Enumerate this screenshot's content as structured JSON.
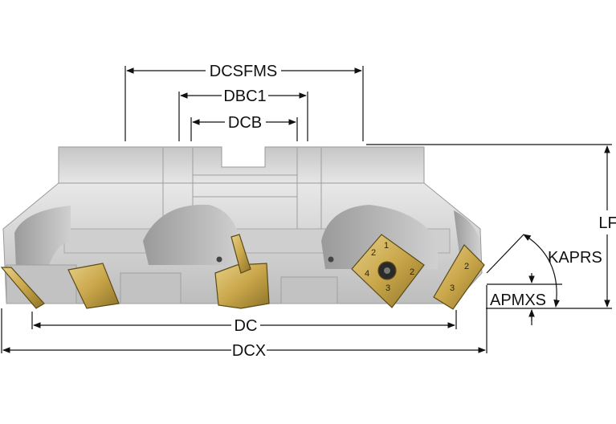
{
  "labels": {
    "dcsfms": "DCSFMS",
    "dbc1": "DBC1",
    "dcb": "DCB",
    "lf": "LF",
    "kaprs": "KAPRS",
    "apmxs": "APMXS",
    "dc": "DC",
    "dcx": "DCX"
  },
  "insert_marks": {
    "center_code": "1",
    "edge_a": "2",
    "edge_b": "3",
    "edge_c": "4",
    "edge_d": "2",
    "right_a": "2",
    "right_b": "3"
  },
  "colors": {
    "body_light": "#d9d9d9",
    "body_mid": "#bcbcbc",
    "body_dark": "#8a8a8a",
    "insert_gold": "#c9a64a",
    "insert_dark": "#6f5a1e",
    "line": "#111111"
  }
}
